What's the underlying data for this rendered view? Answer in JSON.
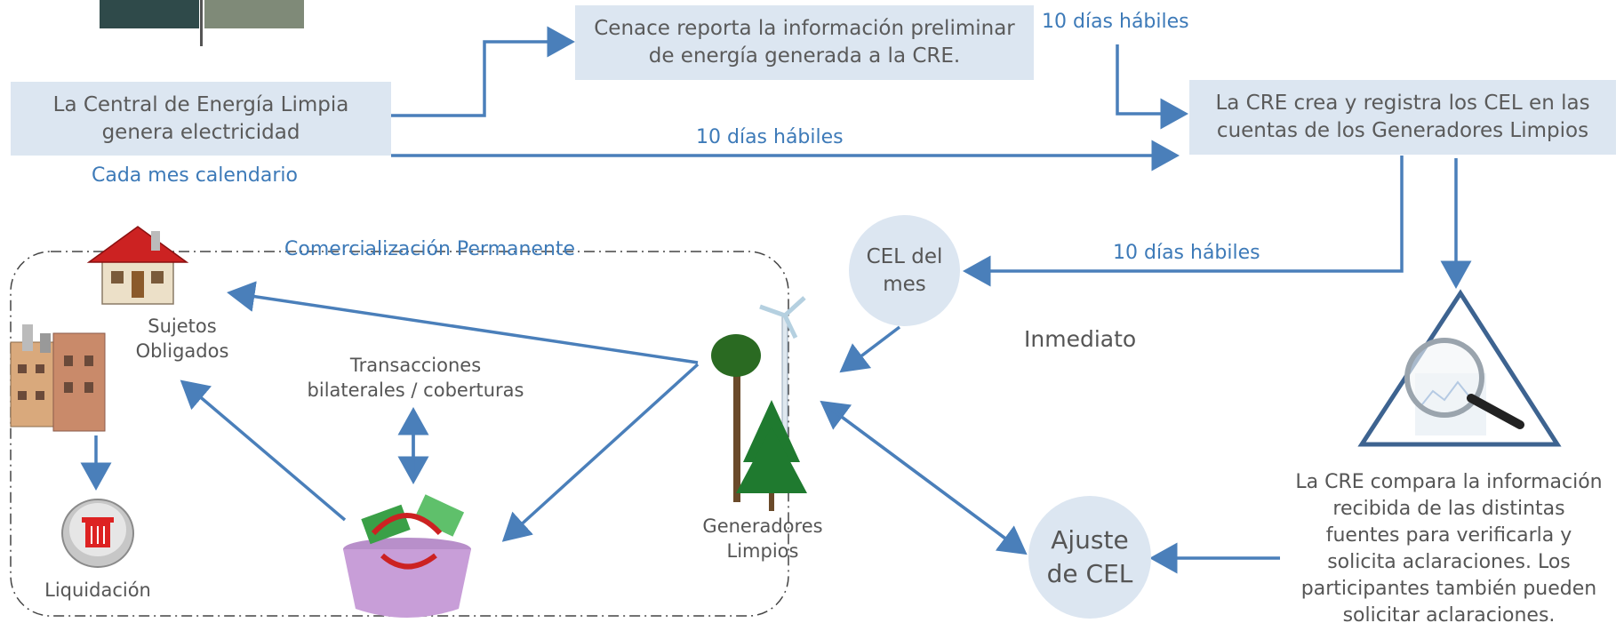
{
  "boxes": {
    "central": [
      "La Central de Energía Limpia",
      "genera electricidad"
    ],
    "cenace": [
      "Cenace reporta la información preliminar",
      "de energía generada a la CRE."
    ],
    "cre": [
      "La CRE crea y registra los CEL en las",
      "cuentas de los Generadores Limpios"
    ]
  },
  "labels": {
    "dias_top": "10 días hábiles",
    "dias_mid": "10 días hábiles",
    "dias_cel": "10 días hábiles",
    "cada_mes": "Cada mes calendario",
    "comercializacion": "Comercialización Permanente",
    "inmediato": "Inmediato"
  },
  "circles": {
    "cel_mes": [
      "CEL del",
      "mes"
    ],
    "ajuste": [
      "Ajuste",
      "de CEL"
    ]
  },
  "nodes": {
    "sujetos": [
      "Sujetos",
      "Obligados"
    ],
    "transacciones": [
      "Transacciones",
      "bilaterales / coberturas"
    ],
    "generadores": [
      "Generadores",
      "Limpios"
    ],
    "liquidacion": "Liquidación",
    "compara": [
      "La CRE compara la información",
      "recibida de las distintas",
      "fuentes para verificarla y",
      "solicita aclaraciones. Los",
      "participantes también pueden",
      "solicitar aclaraciones."
    ]
  },
  "colors": {
    "arrow": "#4a7fba",
    "box": "#dce6f1",
    "label": "#3d7ab8"
  }
}
